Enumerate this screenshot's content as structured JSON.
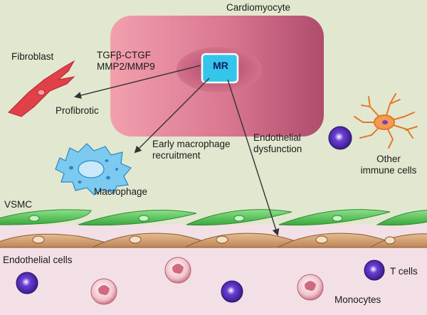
{
  "diagram": {
    "center_box": "MR",
    "labels": {
      "cardiomyocyte": "Cardiomyocyte",
      "fibroblast": "Fibroblast",
      "mediators": [
        "TGFβ-CTGF",
        "MMP2/MMP9"
      ],
      "profibrotic": "Profibrotic",
      "early_macrophage": [
        "Early macrophage",
        "recruitment"
      ],
      "endothelial_dysfunction": [
        "Endothelial",
        "dysfunction"
      ],
      "other_immune": [
        "Other",
        "immune cells"
      ],
      "macrophage": "Macrophage",
      "vsmc": "VSMC",
      "endothelial_cells": "Endothelial cells",
      "t_cells": "T cells",
      "monocytes": "Monocytes"
    }
  },
  "colors": {
    "background": "#e2e8cf",
    "vessel_lumen": "#f3dfe6",
    "cardiomyocyte": "#d66a84",
    "mr_box": "#33c6ea",
    "fibroblast": "#e04048",
    "macrophage": "#6ec0ea",
    "vsmc": "#4fbf4f",
    "endothelial": "#cf9a68",
    "t_cell": "#5a2fb0",
    "monocyte": "#e6aab7",
    "dendritic": "#e88a3c"
  }
}
